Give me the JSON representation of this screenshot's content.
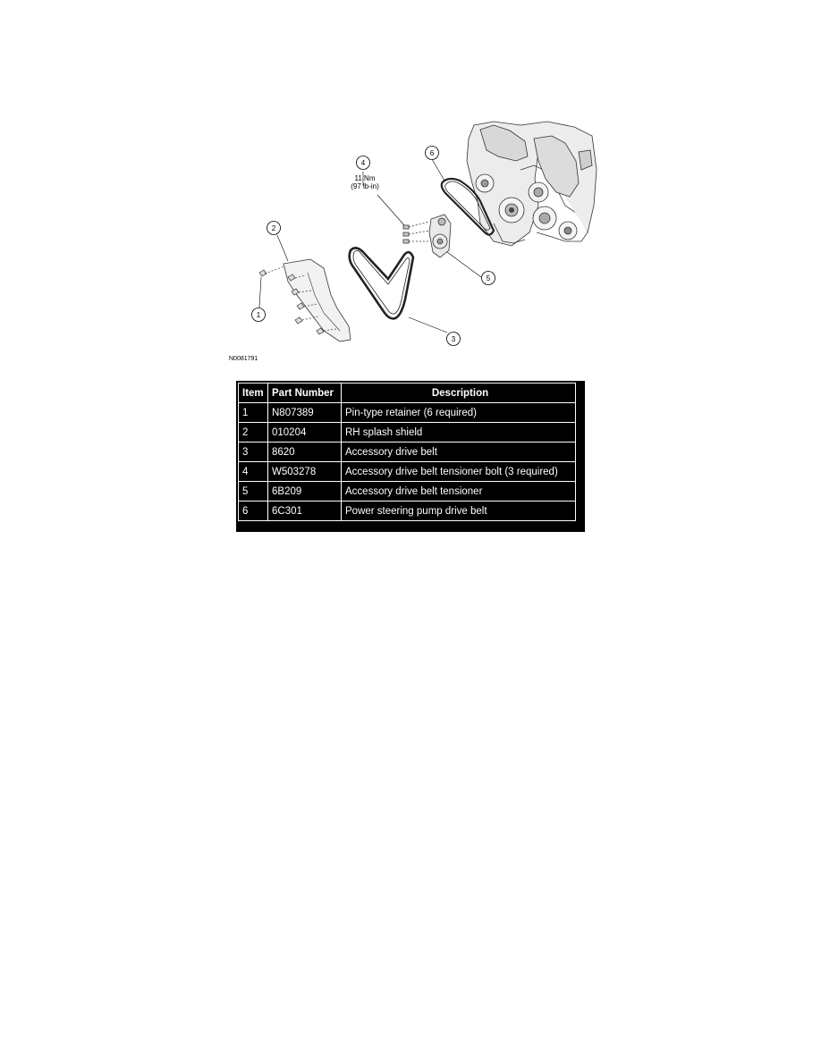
{
  "figure": {
    "id": "N0081791",
    "callouts": {
      "c1": "1",
      "c2": "2",
      "c3": "3",
      "c4": "4",
      "c5": "5",
      "c6": "6"
    },
    "torque": {
      "line1": "11 Nm",
      "line2": "(97 lb-in)"
    }
  },
  "table": {
    "headers": [
      "Item",
      "Part Number",
      "Description"
    ],
    "rows": [
      [
        "1",
        "N807389",
        "Pin-type retainer (6 required)"
      ],
      [
        "2",
        "010204",
        "RH splash shield"
      ],
      [
        "3",
        "8620",
        "Accessory drive belt"
      ],
      [
        "4",
        "W503278",
        "Accessory drive belt tensioner bolt (3 required)"
      ],
      [
        "5",
        "6B209",
        "Accessory drive belt tensioner"
      ],
      [
        "6",
        "6C301",
        "Power steering pump drive belt"
      ]
    ]
  }
}
